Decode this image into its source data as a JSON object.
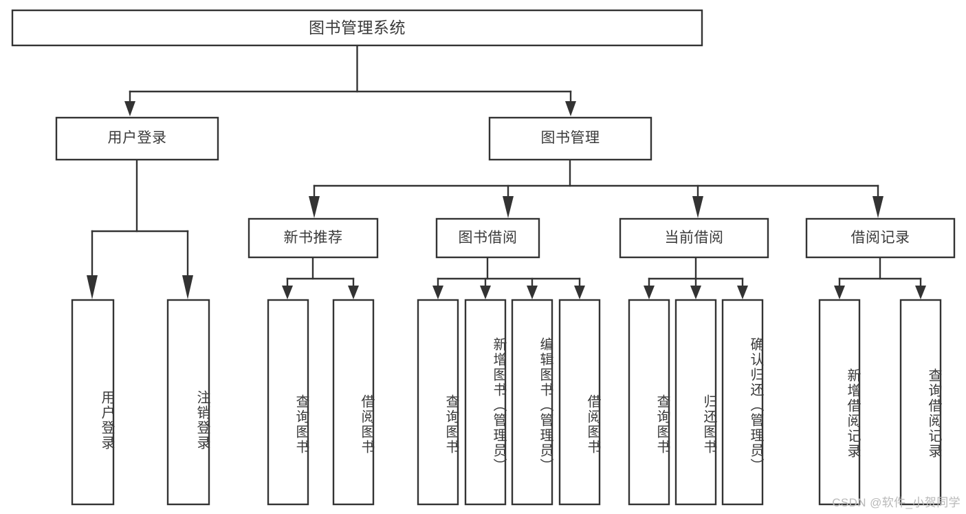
{
  "diagram": {
    "title": "图书管理系统",
    "type": "tree-hierarchy-diagram",
    "colors": {
      "stroke": "#333333",
      "box_fill": "#ffffff",
      "text": "#3a3a3a",
      "watermark": "#b9b9b9",
      "background": "#ffffff"
    },
    "root": {
      "label": "图书管理系统"
    },
    "level2": [
      {
        "label": "用户登录"
      },
      {
        "label": "图书管理"
      }
    ],
    "level3": [
      {
        "label": "新书推荐"
      },
      {
        "label": "图书借阅"
      },
      {
        "label": "当前借阅"
      },
      {
        "label": "借阅记录"
      }
    ],
    "leaves": {
      "user_login": [
        {
          "label": "用户登录"
        },
        {
          "label": "注销登录"
        }
      ],
      "new_book_recommend": [
        {
          "label": "查询图书"
        },
        {
          "label": "借阅图书"
        }
      ],
      "book_borrow": [
        {
          "label": "查询图书"
        },
        {
          "label": "新增图书（管理员）"
        },
        {
          "label": "编辑图书（管理员）"
        },
        {
          "label": "借阅图书"
        }
      ],
      "current_borrow": [
        {
          "label": "查询图书"
        },
        {
          "label": "归还图书"
        },
        {
          "label": "确认归还（管理员）"
        }
      ],
      "borrow_records": [
        {
          "label": "新增借阅记录"
        },
        {
          "label": "查询借阅记录"
        }
      ]
    }
  },
  "watermark": {
    "text": "CSDN @软件_小贺同学"
  }
}
